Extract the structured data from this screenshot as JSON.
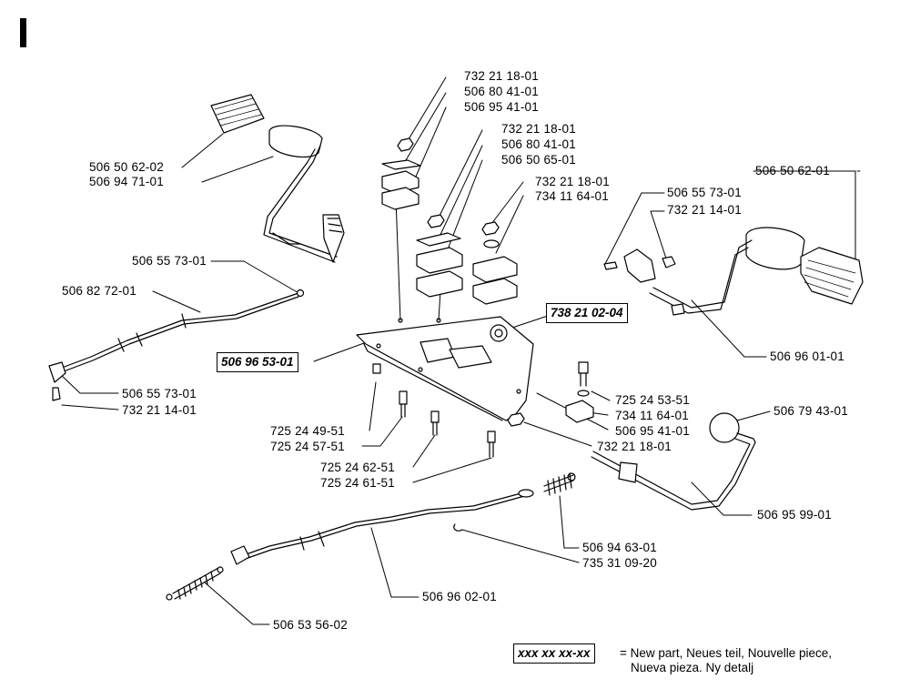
{
  "section_mark": "I",
  "labels": {
    "l1": "506 50 62-02",
    "l2": "506 94 71-01",
    "l3": "732 21 18-01",
    "l4": "506 80 41-01",
    "l5": "506 95 41-01",
    "l6": "732 21 18-01",
    "l7": "506 80 41-01",
    "l8": "506 50 65-01",
    "l9": "732 21 18-01",
    "l10": "734 11 64-01",
    "l11": "506 55 73-01",
    "l12": "732 21 14-01",
    "l13": "506 50 62-01",
    "l14": "506 55 73-01",
    "l15": "506 82 72-01",
    "l16": "738 21 02-04",
    "l17": "506 96 53-01",
    "l18": "506 96 01-01",
    "l19": "506 55 73-01",
    "l20": "732 21 14-01",
    "l21": "725 24 53-51",
    "l22": "734 11 64-01",
    "l23": "506 95 41-01",
    "l24": "506 79 43-01",
    "l25": "725 24 49-51",
    "l26": "725 24 57-51",
    "l27": "732 21 18-01",
    "l28": "725 24 62-51",
    "l29": "725 24 61-51",
    "l30": "506 95 99-01",
    "l31": "506 94 63-01",
    "l32": "735 31 09-20",
    "l33": "506 96 02-01",
    "l34": "506 53 56-02"
  },
  "legend": {
    "symbol": "xxx xx xx-xx",
    "line1": "= New part, Neues teil, Nouvelle piece,",
    "line2": "Nueva pieza. Ny detalj"
  }
}
